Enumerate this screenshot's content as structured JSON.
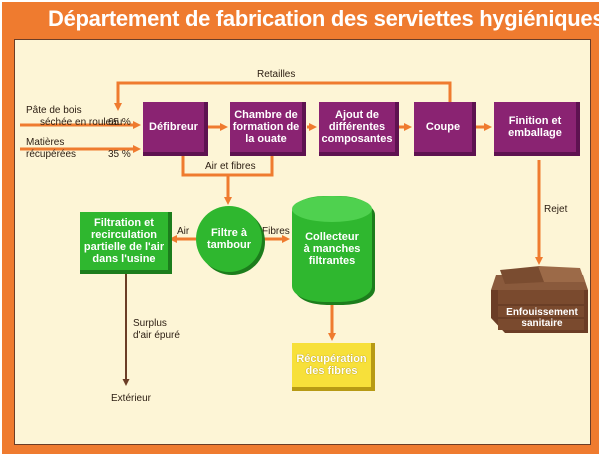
{
  "title": "Département de fabrication des serviettes hygiéniques",
  "inputs": {
    "pulp_line1": "Pâte de bois",
    "pulp_line2": "séchée en rouleau",
    "pulp_pct": "65 %",
    "recycled_line1": "Matières",
    "recycled_line2": "récupérées",
    "recycled_pct": "35 %"
  },
  "process_boxes": {
    "defibreur": "Défibreur",
    "chambre_1": "Chambre de",
    "chambre_2": "formation de",
    "chambre_3": "la ouate",
    "ajout_1": "Ajout de",
    "ajout_2": "différentes",
    "ajout_3": "composantes",
    "coupe": "Coupe",
    "finition_1": "Finition et",
    "finition_2": "emballage"
  },
  "flow_labels": {
    "retailles": "Retailles",
    "air_fibres": "Air et fibres",
    "air": "Air",
    "fibres": "Fibres",
    "rejet": "Rejet",
    "surplus_1": "Surplus",
    "surplus_2": "d'air épuré",
    "exterieur": "Extérieur"
  },
  "equipment": {
    "filtration_1": "Filtration et",
    "filtration_2": "recirculation",
    "filtration_3": "partielle de l'air",
    "filtration_4": "dans l'usine",
    "filtre_1": "Filtre à",
    "filtre_2": "tambour",
    "collecteur_1": "Collecteur",
    "collecteur_2": "à manches",
    "collecteur_3": "filtrantes",
    "recuperation_1": "Récupération",
    "recuperation_2": "des fibres",
    "enfouissement_1": "Enfouissement",
    "enfouissement_2": "sanitaire"
  },
  "colors": {
    "frame": "#ef7b2f",
    "panel": "#fdf5d6",
    "process": "#8a2372",
    "equipment": "#2fb72f",
    "recovery": "#f7e03a",
    "arrow": "#ef7b2f",
    "dark_arrow": "#6b3d26"
  }
}
